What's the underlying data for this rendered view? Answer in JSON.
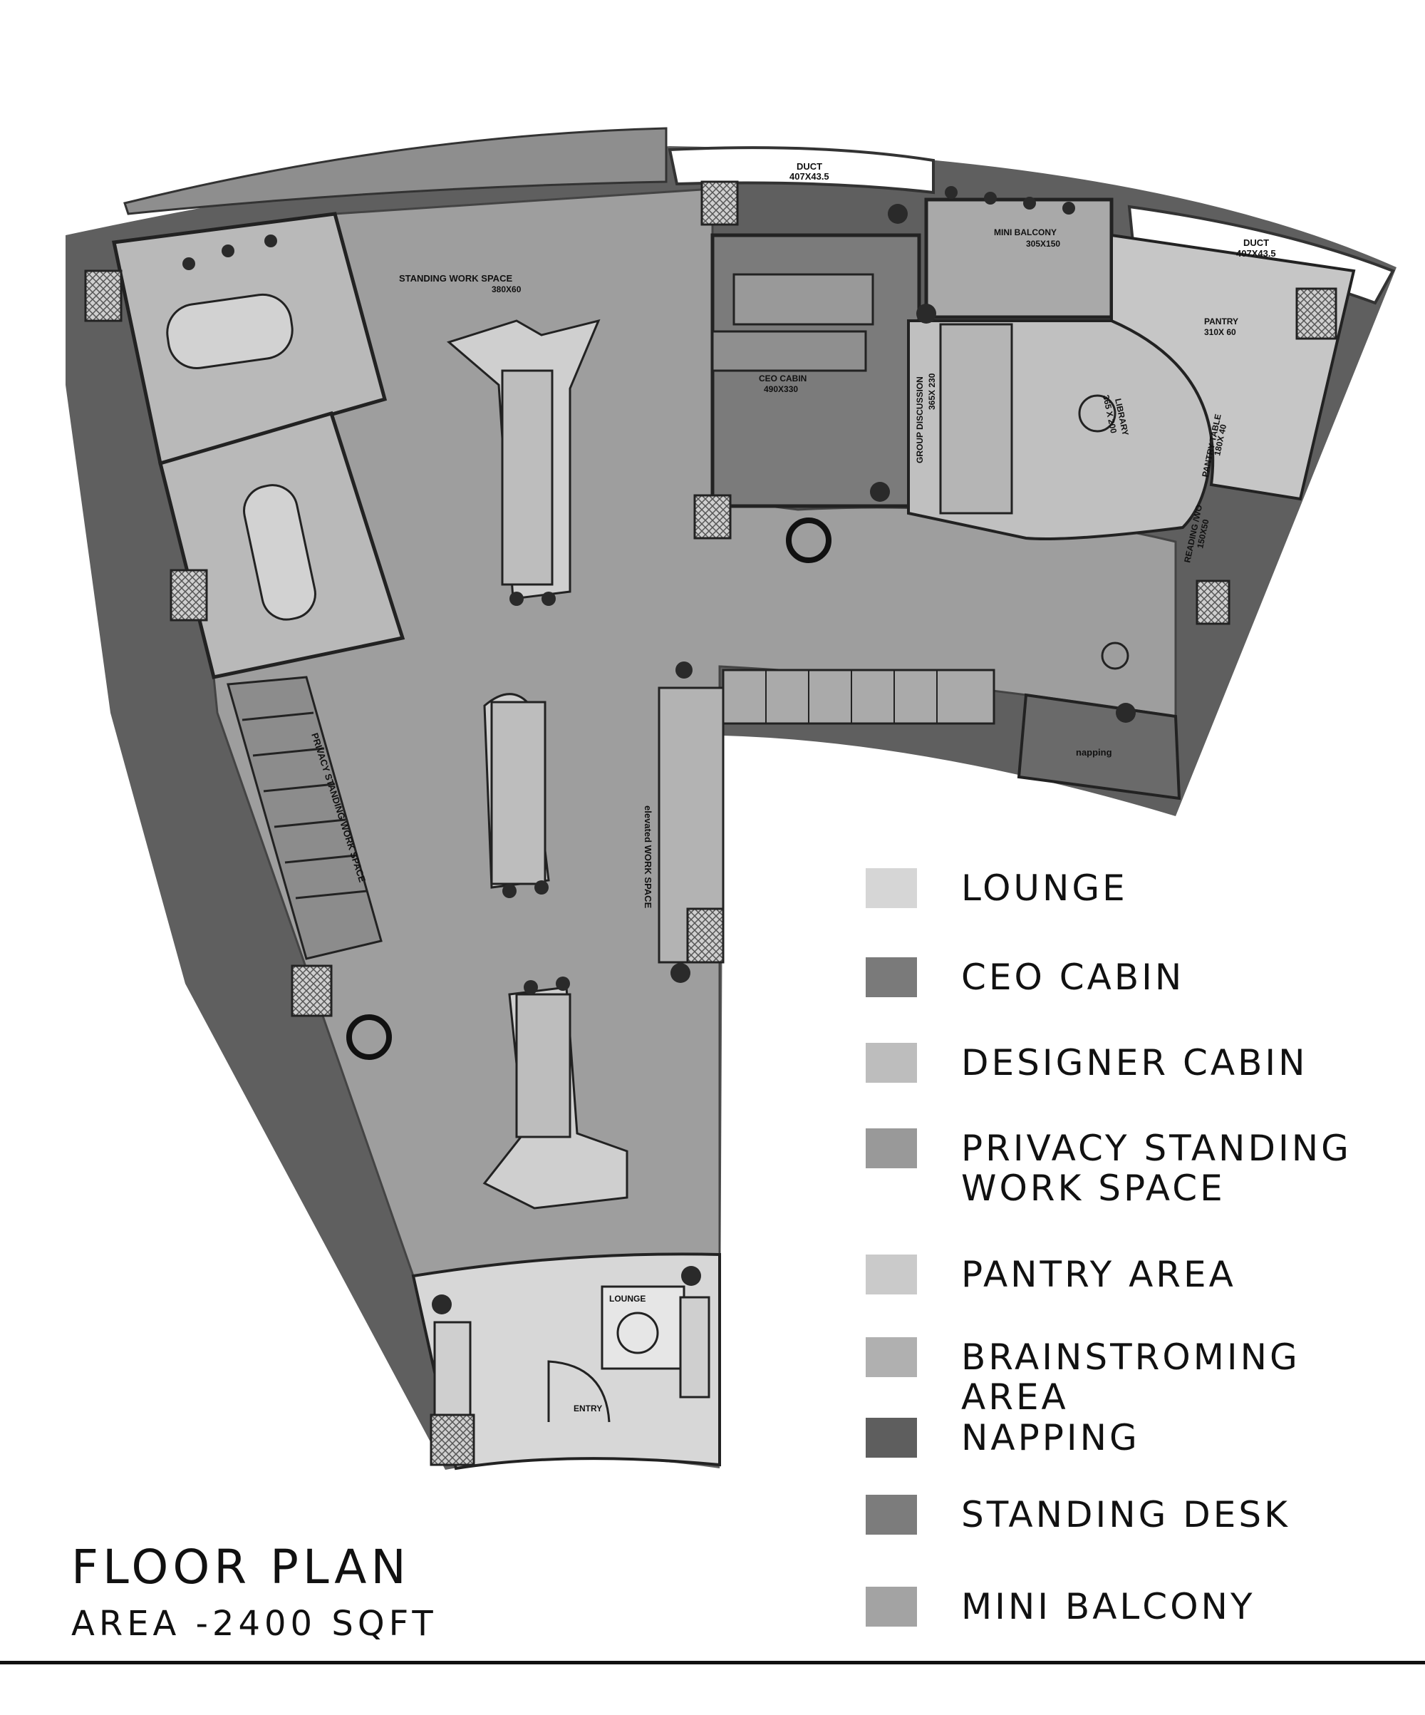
{
  "title": "FLOOR PLAN",
  "subtitle": "AREA -2400 SQFT",
  "colors": {
    "wall": "#5f5f5f",
    "work_floor": "#9e9e9e",
    "meeting_room": "#b9b9b9",
    "ceo_cabin": "#7b7b7b",
    "lounge": "#d7d7d7",
    "pantry": "#c6c6c6",
    "library_area": "#c0c0c0",
    "napping": "#6a6a6a",
    "balcony": "#a9a9a9",
    "privacy_strip": "#8c8c8c",
    "furniture": "#cfcfcf",
    "planter": "#2a2a2a"
  },
  "legend": [
    {
      "label": "LOUNGE",
      "color": "#d6d6d6"
    },
    {
      "label": "CEO CABIN",
      "color": "#7a7a7a"
    },
    {
      "label": "DESIGNER CABIN",
      "color": "#bdbdbd"
    },
    {
      "label": "PRIVACY STANDING\n     WORK SPACE",
      "color": "#999999"
    },
    {
      "label": "PANTRY AREA",
      "color": "#cacaca"
    },
    {
      "label": "BRAINSTROMING AREA",
      "color": "#b0b0b0"
    },
    {
      "label": "NAPPING",
      "color": "#5e5e5e"
    },
    {
      "label": "STANDING DESK",
      "color": "#7c7c7c"
    },
    {
      "label": "MINI BALCONY",
      "color": "#a3a3a3"
    }
  ],
  "room_labels": {
    "standing_work_space": "STANDING  WORK SPACE",
    "standing_work_space_dim": "380X60",
    "duct_top": "DUCT",
    "duct_top_dim": "407X43.5",
    "duct_right": "DUCT",
    "duct_right_dim": "407X43.5",
    "mini_balcony": "MINI BALCONY",
    "mini_balcony_dim": "305X150",
    "ceo_cabin": "CEO CABIN",
    "ceo_cabin_dim": "490X330",
    "pantry": "PANTRY",
    "pantry_dim": "310X 60",
    "pantry_table": "PANTRY TABLE",
    "pantry_table_dim": "180X 40",
    "group_discussion": "GROUP DISCUSSION",
    "group_discussion_dim": "365X 230",
    "library": "LIBRARY",
    "library_dim": "365 X 200",
    "reading": "READING  /WO",
    "reading_dim": "150X50",
    "privacy_standing": "PRIVACY STANDING WORK SPACE",
    "elevated": "elevated  WORK SPACE",
    "napping": "napping",
    "lounge": "LOUNGE",
    "entry": "ENTRY"
  }
}
